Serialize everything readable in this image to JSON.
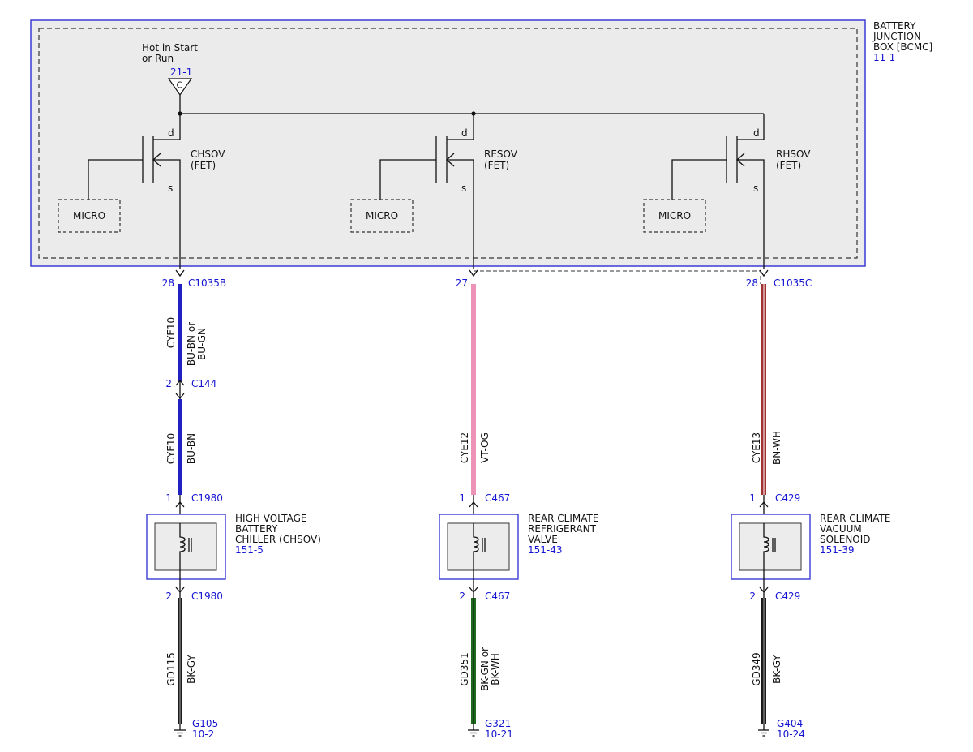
{
  "colors": {
    "reference_blue": "#1414d2",
    "junction_box_outline": "#3b3bd6",
    "junction_box_fill": "#ebebeb",
    "wire_bu_bn": "#2121c2",
    "wire_vt_og": "#ec93b7",
    "wire_bn_wh": "#a23232",
    "wire_bk_gy": "#1a1a1a",
    "wire_bk_gn": "#1d6a1d"
  },
  "junction_box": {
    "name_lines": [
      "BATTERY",
      "JUNCTION",
      "BOX [BCMC]"
    ],
    "ref": "11-1",
    "supply_label_lines": [
      "Hot in Start",
      "or Run"
    ],
    "supply_pin": "21-1",
    "supply_pin_letter": "C"
  },
  "circuits": [
    {
      "fet_name": "CHSOV",
      "fet_type": "(FET)",
      "drain": "d",
      "source": "s",
      "micro": "MICRO",
      "output_pin": "28",
      "output_connector": "C1035B",
      "upper_wire": {
        "circuit": "CYE10",
        "color_lines": [
          "BU-BN or",
          "BU-GN"
        ],
        "color": "#2121c2",
        "stripe": ""
      },
      "inline": {
        "pin": "2",
        "connector": "C144"
      },
      "lower_wire": {
        "circuit": "CYE10",
        "color_lines": [
          "BU-BN"
        ],
        "color": "#2121c2",
        "stripe": ""
      },
      "component_pin_in": "1",
      "component_connector": "C1980",
      "component_lines": [
        "HIGH VOLTAGE",
        "BATTERY",
        "CHILLER (CHSOV)"
      ],
      "component_ref": "151-5",
      "component_pin_out": "2",
      "ground_wire": {
        "circuit": "GD115",
        "color_lines": [
          "BK-GY"
        ],
        "color": "#1a1a1a",
        "stripe": "#aaaaaa"
      },
      "ground": "G105",
      "ground_ref": "10-2"
    },
    {
      "fet_name": "RESOV",
      "fet_type": "(FET)",
      "drain": "d",
      "source": "s",
      "micro": "MICRO",
      "output_pin": "27",
      "output_connector": "",
      "upper_wire": {
        "circuit": "CYE12",
        "color_lines": [
          "VT-OG"
        ],
        "color": "#ec93b7",
        "stripe": ""
      },
      "inline": null,
      "lower_wire": null,
      "component_pin_in": "1",
      "component_connector": "C467",
      "component_lines": [
        "REAR CLIMATE",
        "REFRIGERANT",
        "VALVE"
      ],
      "component_ref": "151-43",
      "component_pin_out": "2",
      "ground_wire": {
        "circuit": "GD351",
        "color_lines": [
          "BK-GN or",
          "BK-WH"
        ],
        "color": "#1d6a1d",
        "stripe": "#111111"
      },
      "ground": "G321",
      "ground_ref": "10-21"
    },
    {
      "fet_name": "RHSOV",
      "fet_type": "(FET)",
      "drain": "d",
      "source": "s",
      "micro": "MICRO",
      "output_pin": "28",
      "output_connector": "C1035C",
      "upper_wire": {
        "circuit": "CYE13",
        "color_lines": [
          "BN-WH"
        ],
        "color": "#a23232",
        "stripe": "#ffffff"
      },
      "inline": null,
      "lower_wire": null,
      "component_pin_in": "1",
      "component_connector": "C429",
      "component_lines": [
        "REAR CLIMATE",
        "VACUUM",
        "SOLENOID"
      ],
      "component_ref": "151-39",
      "component_pin_out": "2",
      "ground_wire": {
        "circuit": "GD349",
        "color_lines": [
          "BK-GY"
        ],
        "color": "#1a1a1a",
        "stripe": "#aaaaaa"
      },
      "ground": "G404",
      "ground_ref": "10-24"
    }
  ]
}
